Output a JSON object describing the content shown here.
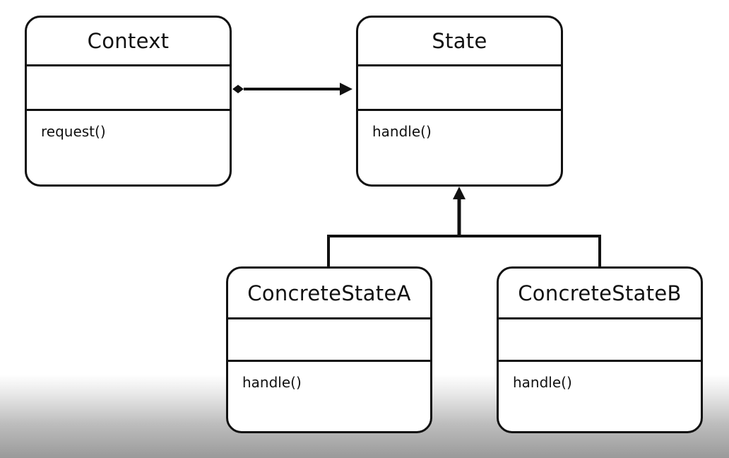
{
  "diagram": {
    "classes": [
      {
        "id": "context",
        "name": "Context",
        "operations": [
          "request()"
        ]
      },
      {
        "id": "state",
        "name": "State",
        "operations": [
          "handle()"
        ]
      },
      {
        "id": "concrete_a",
        "name": "ConcreteStateA",
        "operations": [
          "handle()"
        ]
      },
      {
        "id": "concrete_b",
        "name": "ConcreteStateB",
        "operations": [
          "handle()"
        ]
      }
    ],
    "relationships": [
      {
        "type": "composition",
        "from": "context",
        "to": "state"
      },
      {
        "type": "generalization",
        "from": "concrete_a",
        "to": "state"
      },
      {
        "type": "generalization",
        "from": "concrete_b",
        "to": "state"
      }
    ]
  },
  "colors": {
    "line": "#111111",
    "background": "#ffffff"
  }
}
